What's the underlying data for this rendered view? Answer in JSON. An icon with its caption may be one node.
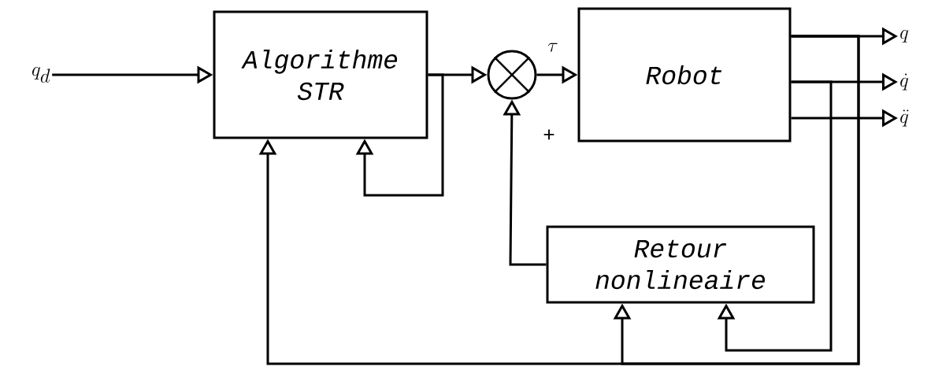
{
  "diagram": {
    "nodes": [
      {
        "text": [
          "q_d"
        ]
      },
      {
        "text": [
          "Algorithme STR"
        ]
      },
      {
        "text": [],
        "shape": "circle"
      },
      {
        "text": [
          "Robot"
        ]
      },
      {
        "text": [
          "Retour nonlineaire"
        ]
      },
      {
        "text": [
          "q"
        ]
      },
      {
        "text": [
          "\\dot{q}"
        ]
      },
      {
        "text": [
          "\\ddot{q}"
        ]
      }
    ],
    "edges": [
      {
        "from": 0,
        "to": 1,
        "arrow": "to"
      },
      {
        "from": 1,
        "to": 2,
        "arrow": "to"
      },
      {
        "from": 1,
        "to": 1,
        "arrow": "to"
      },
      {
        "from": 2,
        "to": 3,
        "arrow": "to",
        "label": "\\tau"
      },
      {
        "from": 4,
        "to": 2,
        "arrow": "to"
      },
      {
        "from": 3,
        "to": 5,
        "arrow": "to"
      },
      {
        "from": 3,
        "to": 6,
        "arrow": "to"
      },
      {
        "from": 3,
        "to": 7,
        "arrow": "to"
      },
      {
        "from": 3,
        "to": 1,
        "arrow": "to"
      },
      {
        "from": 3,
        "to": 4,
        "arrow": "to"
      },
      {
        "from": 3,
        "to": 4,
        "arrow": "to"
      }
    ],
    "labels": [
      "+"
    ]
  }
}
